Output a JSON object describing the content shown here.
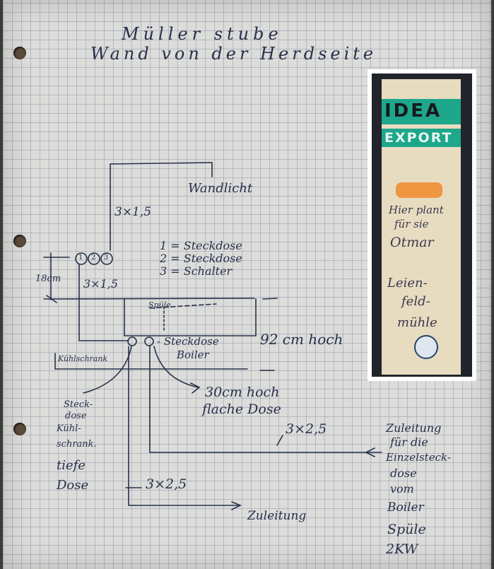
{
  "title": {
    "line1": "Müller stube",
    "line2": "Wand von der Herdseite"
  },
  "sketch": {
    "wandlicht": "Wandlicht",
    "cable_top": "3×1,5",
    "cable_left": "3×1,5",
    "legend": [
      "1 = Steckdose",
      "2 = Steckdose",
      "3 = Schalter"
    ],
    "socket_numbers": [
      "1",
      "2",
      "3"
    ],
    "measure_18": "18cm",
    "spuele": "Spüle",
    "kuehlschrank": "Kühlschrank",
    "steckdose_boiler": [
      "- Steckdose",
      "Boiler"
    ],
    "height_92": "92 cm hoch",
    "hoch_30": [
      "30cm hoch",
      "flache Dose"
    ],
    "left_note": [
      "Steck-",
      "dose",
      "Kühl-",
      "schrank.",
      "tiefe",
      "Dose"
    ],
    "cable_25_a": "3×2,5",
    "cable_25_b": "3×2,5",
    "right_note": [
      "Zuleitung",
      "für die",
      "Einzelsteck-",
      "dose",
      "vom",
      "Boiler",
      "Spüle",
      "2KW"
    ],
    "zuleitung": "Zuleitung"
  },
  "photo_label": {
    "brand": "IDEA",
    "export": "EXPORT",
    "handwriting": [
      "Hier plant",
      "für sie",
      "Otmar",
      "Leien-",
      "feld-",
      "mühle"
    ]
  },
  "colors": {
    "paper": "#dcdcda",
    "ink": "#27314a",
    "label_green": "#1ea78a",
    "label_orange": "#f08a2a"
  }
}
